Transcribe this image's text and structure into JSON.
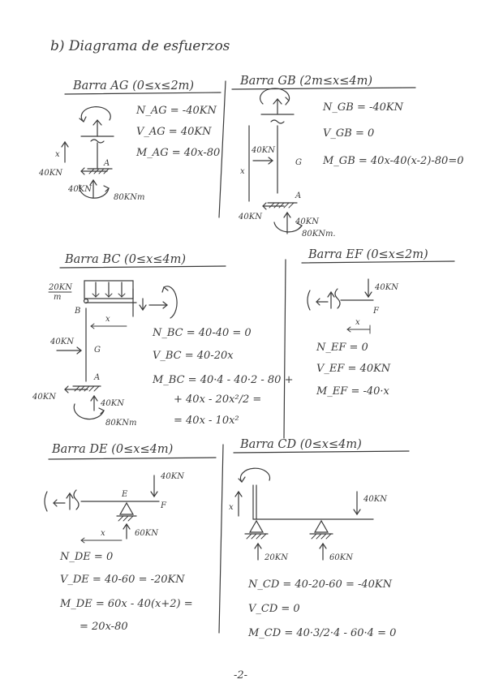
{
  "title": "b) Diagrama de esfuerzos",
  "page_number": "-2-",
  "sections": {
    "ag": {
      "heading": "Barra AG (0≤x≤2m)",
      "eqs": [
        "N_AG = -40KN",
        "V_AG = 40KN",
        "M_AG = 40x-80"
      ],
      "labels": {
        "x": "x",
        "a": "A",
        "f1": "40KN",
        "f2": "40KN",
        "m": "80KNm"
      }
    },
    "gb": {
      "heading": "Barra GB (2m≤x≤4m)",
      "eqs": [
        "N_GB = -40KN",
        "V_GB = 0",
        "M_GB = 40x-40(x-2)-80=0"
      ],
      "labels": {
        "f0": "40KN",
        "g": "G",
        "x": "x",
        "a": "A",
        "f1": "40KN",
        "f2": "40KN",
        "m": "80KNm."
      }
    },
    "bc": {
      "heading": "Barra BC (0≤x≤4m)",
      "eqs": [
        "N_BC = 40-40 = 0",
        "V_BC = 40-20x",
        "M_BC = 40·4 - 40·2 - 80 +",
        "+ 40x - 20x²/2 =",
        "= 40x - 10x²"
      ],
      "labels": {
        "q1": "20KN",
        "q2": "m",
        "b": "B",
        "x": "x",
        "f0": "40KN",
        "g": "G",
        "a": "A",
        "f1": "40KN",
        "f2": "40KN",
        "m": "80KNm"
      }
    },
    "ef": {
      "heading": "Barra EF (0≤x≤2m)",
      "eqs": [
        "N_EF = 0",
        "V_EF = 40KN",
        "M_EF = -40·x"
      ],
      "labels": {
        "f": "40KN",
        "fp": "F",
        "x": "x"
      }
    },
    "de": {
      "heading": "Barra DE (0≤x≤4m)",
      "eqs": [
        "N_DE = 0",
        "V_DE = 40-60 = -20KN",
        "M_DE = 60x - 40(x+2) =",
        "= 20x-80"
      ],
      "labels": {
        "f": "40KN",
        "e": "E",
        "fp": "F",
        "r": "60KN",
        "x": "x"
      }
    },
    "cd": {
      "heading": "Barra CD (0≤x≤4m)",
      "eqs": [
        "N_CD = 40-20-60 = -40KN",
        "V_CD = 0",
        "M_CD = 40·3/2·4 - 60·4 = 0"
      ],
      "labels": {
        "x": "x",
        "f": "40KN",
        "r1": "20KN",
        "r2": "60KN"
      }
    }
  }
}
